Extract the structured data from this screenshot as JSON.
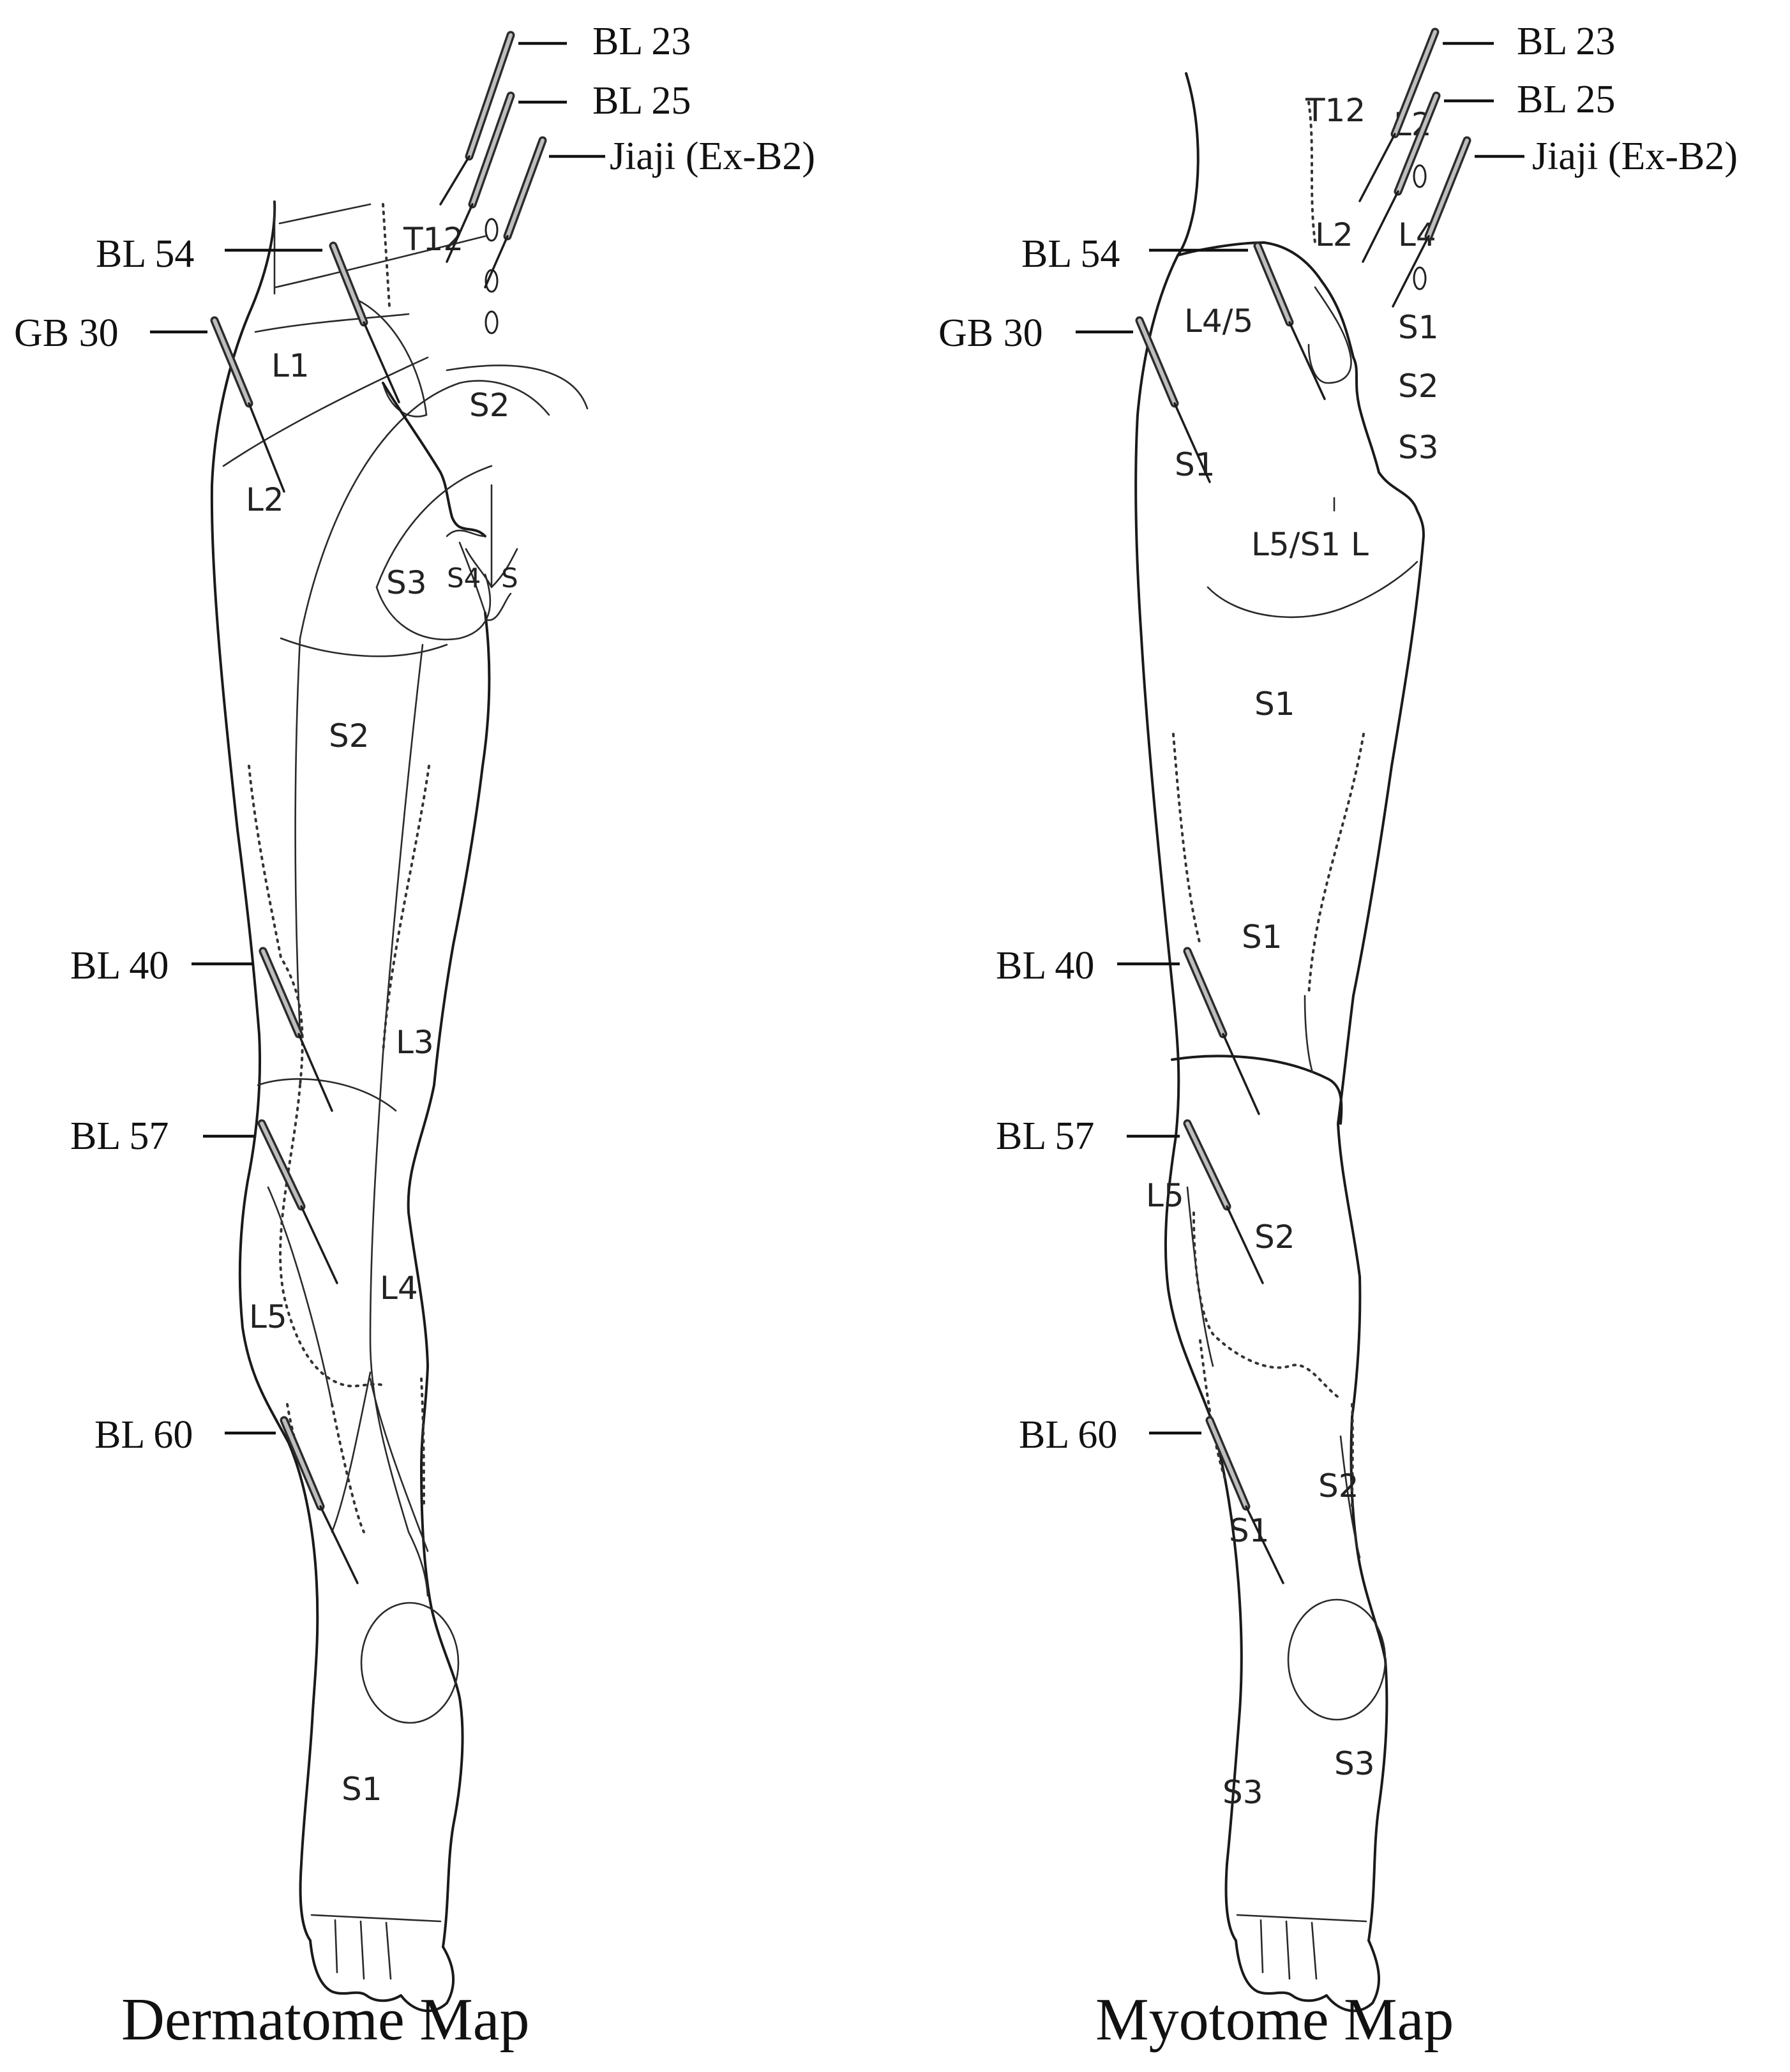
{
  "dermatome": {
    "title": "Dermatome Map",
    "points": [
      "BL 23",
      "BL 25",
      "Jiaji (Ex-B2)",
      "BL 54",
      "GB 30",
      "BL 40",
      "BL 57",
      "BL 60"
    ],
    "regions": [
      "T12",
      "L1",
      "L2",
      "S2",
      "S3",
      "S4",
      "S",
      "S2",
      "L3",
      "L4",
      "L5",
      "S1"
    ]
  },
  "myotome": {
    "title": "Myotome Map",
    "points": [
      "BL 23",
      "BL 25",
      "Jiaji (Ex-B2)",
      "BL 54",
      "GB 30",
      "BL 40",
      "BL 57",
      "BL 60"
    ],
    "regions": [
      "T12",
      "L2",
      "L2",
      "L4",
      "S1",
      "S2",
      "S3",
      "L4/5",
      "S1",
      "L5/S1 L",
      "S1",
      "S1",
      "L5",
      "S2",
      "S2",
      "S1",
      "S3",
      "S3"
    ]
  }
}
